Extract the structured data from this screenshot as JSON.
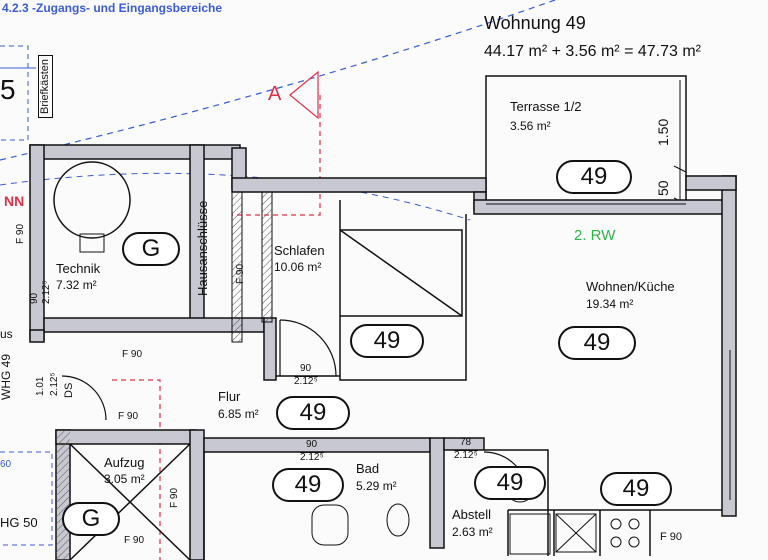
{
  "header": {
    "section": "4.2.3 -Zugangs- und Eingangsbereiche",
    "apartment_title": "Wohnung 49",
    "area_formula": "44.17 m² + 3.56 m² = 47.73 m²"
  },
  "rooms": {
    "terrasse": {
      "name": "Terrasse 1/2",
      "area": "3.56 m²",
      "unit": "49"
    },
    "technik": {
      "name": "Technik",
      "area": "7.32 m²",
      "unit": "G"
    },
    "hausanschluesse": {
      "name": "Hausanschlüsse"
    },
    "schlafen": {
      "name": "Schlafen",
      "area": "10.06 m²",
      "unit": "49"
    },
    "wohnen": {
      "name": "Wohnen/Küche",
      "area": "19.34 m²",
      "unit": "49"
    },
    "flur": {
      "name": "Flur",
      "area": "6.85 m²",
      "unit": "49"
    },
    "aufzug": {
      "name": "Aufzug",
      "area": "3.05 m²",
      "unit": "G"
    },
    "bad": {
      "name": "Bad",
      "area": "5.29 m²",
      "unit": "49"
    },
    "abstell": {
      "name": "Abstell",
      "area": "2.63 m²",
      "unit": "49"
    },
    "kitchen_unit": "49"
  },
  "labels": {
    "briefkaesten": "Briefkästen",
    "section_marker": "A",
    "rw": "2. RW",
    "nn": "NN",
    "left_number": "5",
    "hg50": "HG 50",
    "whg49": "WHG 49",
    "us": "us",
    "sixty": "60"
  },
  "dimensions": {
    "terrace_depth": "1.50",
    "terrace_edge": "50",
    "f90": "F 90",
    "door_flur_w": "90",
    "door_flur_h": "2.12⁵",
    "door_bad_w": "90",
    "door_bad_h": "2.12⁵",
    "door_abstell_w": "78",
    "door_abstell_h": "2.12⁵",
    "door_tech_w": "90",
    "door_tech_h": "2.12⁵",
    "door_ds_w": "1.01",
    "door_ds_h": "2.12⁵",
    "ds": "DS",
    "f90_kitchen": "F 90"
  },
  "colors": {
    "wall_fill": "#c8c8d2",
    "wall_line": "#111111",
    "blue_line": "#3a5bd6",
    "red_line": "#e0304a",
    "green_text": "#2fb24a"
  }
}
